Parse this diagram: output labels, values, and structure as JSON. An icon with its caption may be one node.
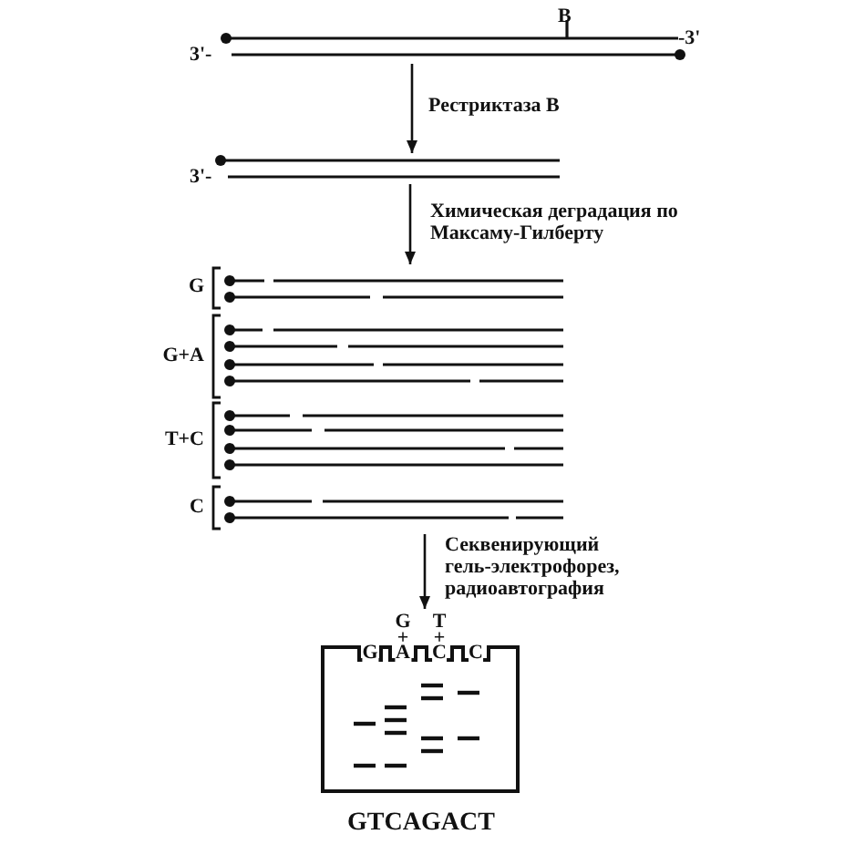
{
  "diagram": {
    "nodes": [
      {
        "text": [],
        "shape": "picture"
      },
      {
        "text": [],
        "shape": "picture"
      },
      {
        "text": [
          "G",
          "G+A",
          "T+C",
          "C"
        ]
      },
      {
        "text": [
          "G",
          "G + A",
          "T + C",
          "C"
        ],
        "beside": [
          "GTCAGACT"
        ]
      }
    ],
    "edges": [
      {
        "from": 0,
        "to": 1,
        "arrow": "to",
        "label": "Рестриктаза B"
      },
      {
        "from": 1,
        "to": 2,
        "arrow": "to",
        "label": "Химическая деградация по Максаму-Гилберту"
      },
      {
        "from": 2,
        "to": 3,
        "arrow": "to",
        "label": "Секвенирующий гель-электрофорез, радиоавтография"
      }
    ],
    "labels": [
      "B",
      "3'-",
      "-3'",
      "3'-"
    ]
  }
}
